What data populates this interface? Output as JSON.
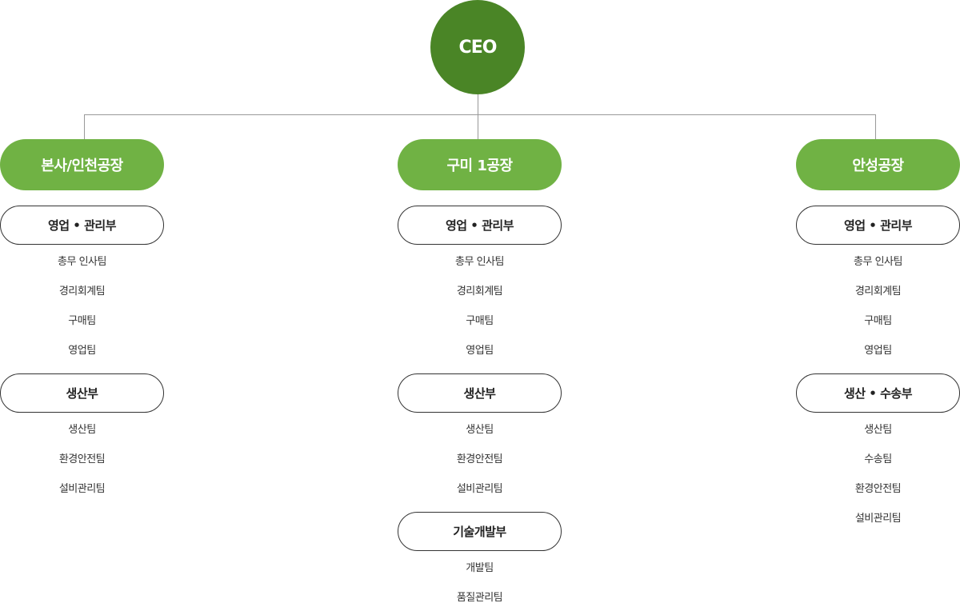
{
  "ceo": "CEO",
  "colors": {
    "ceo": "#4a8526",
    "site": "#70b244",
    "line": "#999999"
  },
  "sites": [
    {
      "name": "본사/인천공장",
      "departments": [
        {
          "name": "영업 • 관리부",
          "teams": [
            "총무 인사팀",
            "경리회계팀",
            "구매팀",
            "영업팀"
          ]
        },
        {
          "name": "생산부",
          "teams": [
            "생산팀",
            "환경안전팀",
            "설비관리팀"
          ]
        }
      ]
    },
    {
      "name": "구미 1공장",
      "departments": [
        {
          "name": "영업 • 관리부",
          "teams": [
            "총무 인사팀",
            "경리회계팀",
            "구매팀",
            "영업팀"
          ]
        },
        {
          "name": "생산부",
          "teams": [
            "생산팀",
            "환경안전팀",
            "설비관리팀"
          ]
        },
        {
          "name": "기술개발부",
          "teams": [
            "개발팀",
            "품질관리팀"
          ]
        }
      ]
    },
    {
      "name": "안성공장",
      "departments": [
        {
          "name": "영업 • 관리부",
          "teams": [
            "총무 인사팀",
            "경리회계팀",
            "구매팀",
            "영업팀"
          ]
        },
        {
          "name": "생산 • 수송부",
          "teams": [
            "생산팀",
            "수송팀",
            "환경안전팀",
            "설비관리팀"
          ]
        }
      ]
    }
  ]
}
